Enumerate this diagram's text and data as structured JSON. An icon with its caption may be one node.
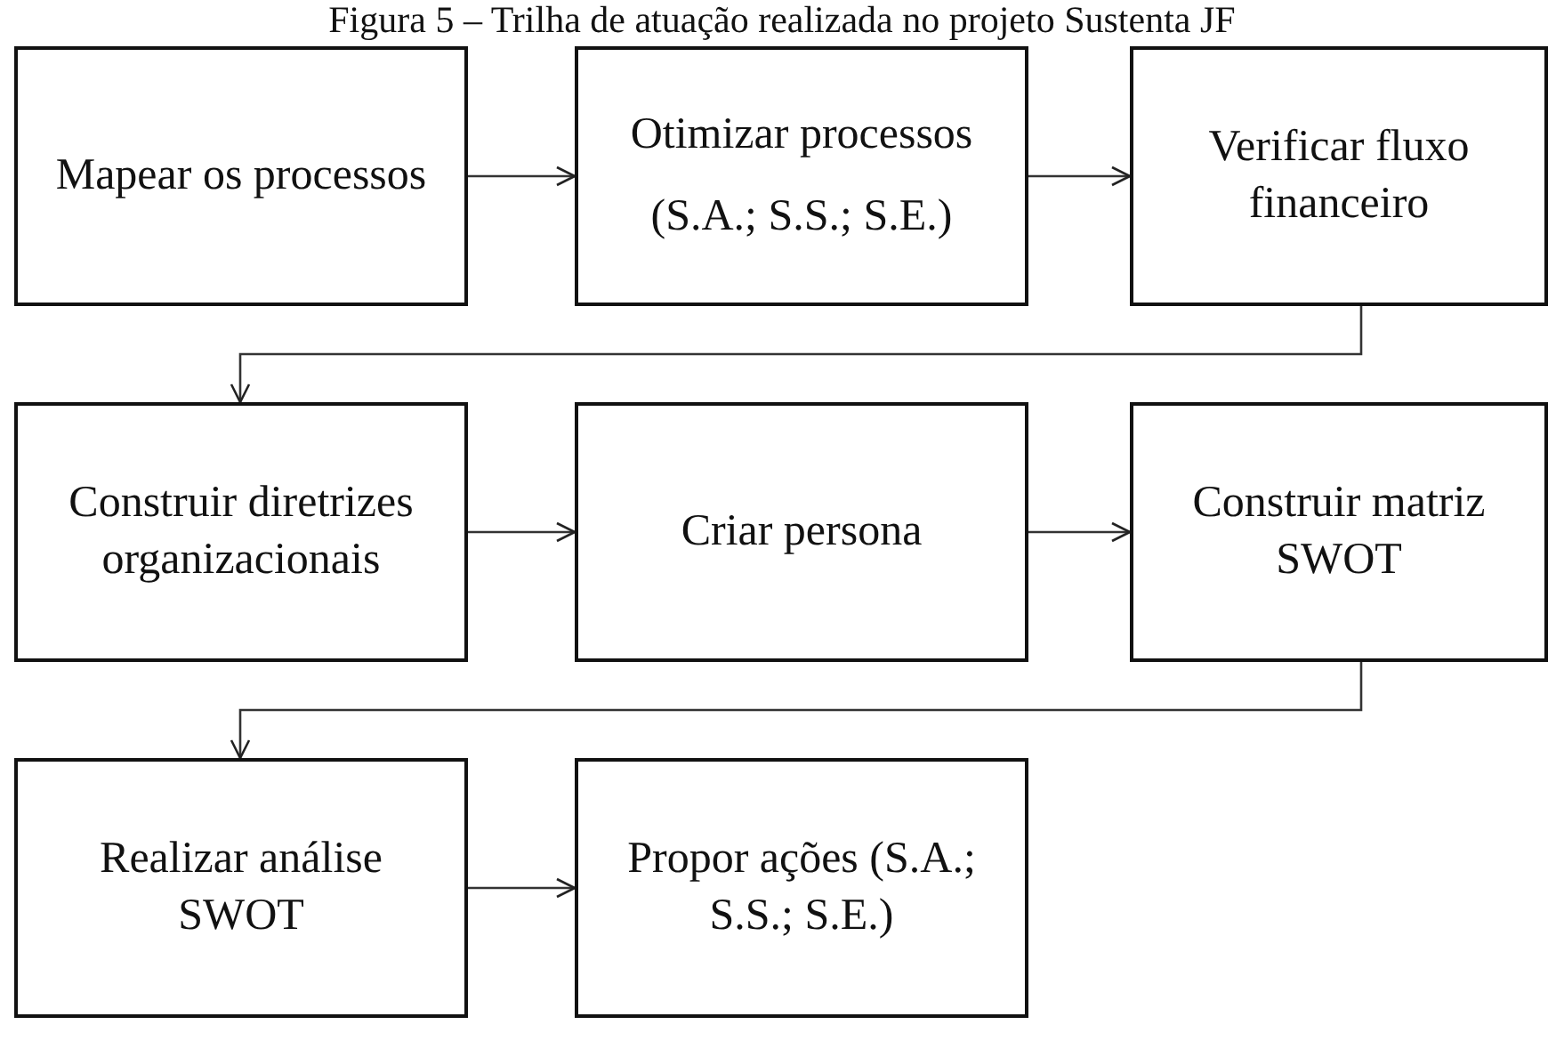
{
  "diagram": {
    "title": "Figura 5 – Trilha de atuação realizada no projeto Sustenta JF",
    "nodes": [
      {
        "text": [
          "Mapear os processos"
        ]
      },
      {
        "text": [
          "Otimizar processos",
          "(S.A.; S.S.; S.E.)"
        ]
      },
      {
        "text": [
          "Verificar fluxo financeiro"
        ]
      },
      {
        "text": [
          "Construir diretrizes organizacionais"
        ]
      },
      {
        "text": [
          "Criar persona"
        ]
      },
      {
        "text": [
          "Construir matriz SWOT"
        ]
      },
      {
        "text": [
          "Realizar análise SWOT"
        ]
      },
      {
        "text": [
          "Propor ações (S.A.; S.S.; S.E.)"
        ]
      }
    ],
    "edges": [
      {
        "from": 0,
        "to": 1,
        "arrow": "to"
      },
      {
        "from": 1,
        "to": 2,
        "arrow": "to"
      },
      {
        "from": 2,
        "to": 3,
        "arrow": "to"
      },
      {
        "from": 3,
        "to": 4,
        "arrow": "to"
      },
      {
        "from": 4,
        "to": 5,
        "arrow": "to"
      },
      {
        "from": 5,
        "to": 6,
        "arrow": "to"
      },
      {
        "from": 6,
        "to": 7,
        "arrow": "to"
      }
    ]
  }
}
